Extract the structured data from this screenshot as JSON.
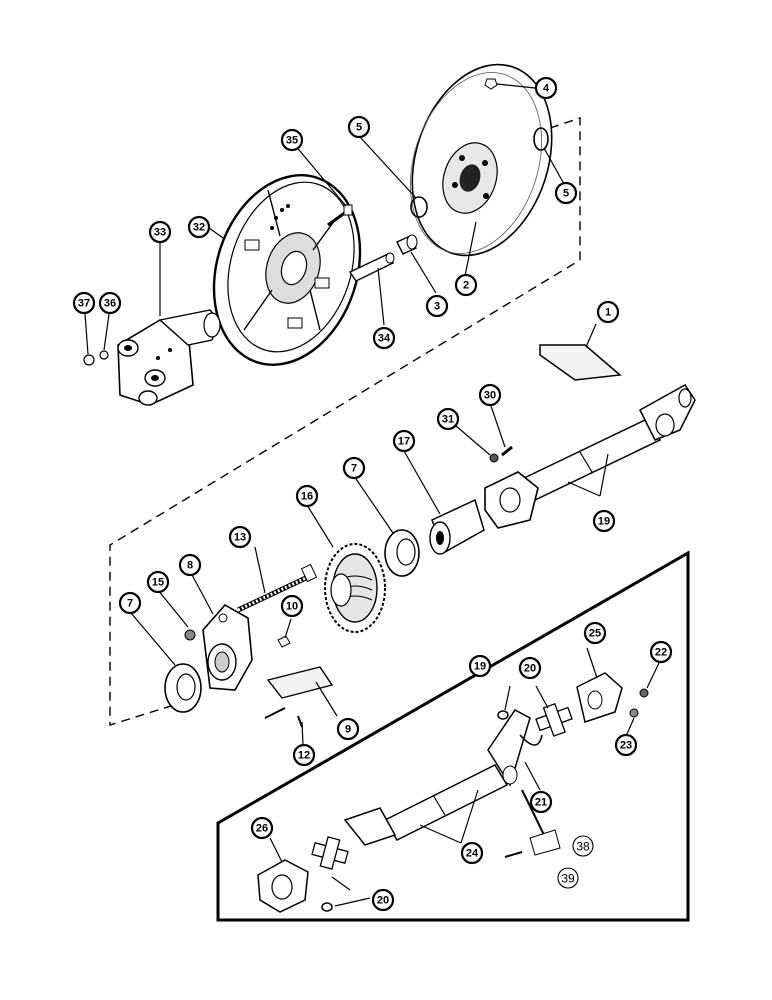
{
  "callouts": [
    {
      "id": "c4",
      "label": "4"
    },
    {
      "id": "c5a",
      "label": "5"
    },
    {
      "id": "c5b",
      "label": "5"
    },
    {
      "id": "c35",
      "label": "35"
    },
    {
      "id": "c32",
      "label": "32"
    },
    {
      "id": "c33",
      "label": "33"
    },
    {
      "id": "c37",
      "label": "37"
    },
    {
      "id": "c36",
      "label": "36"
    },
    {
      "id": "c2",
      "label": "2"
    },
    {
      "id": "c3",
      "label": "3"
    },
    {
      "id": "c34",
      "label": "34"
    },
    {
      "id": "c1",
      "label": "1"
    },
    {
      "id": "c30",
      "label": "30"
    },
    {
      "id": "c31",
      "label": "31"
    },
    {
      "id": "c17",
      "label": "17"
    },
    {
      "id": "c7a",
      "label": "7"
    },
    {
      "id": "c16",
      "label": "16"
    },
    {
      "id": "c19a",
      "label": "19"
    },
    {
      "id": "c13",
      "label": "13"
    },
    {
      "id": "c8",
      "label": "8"
    },
    {
      "id": "c15",
      "label": "15"
    },
    {
      "id": "c7b",
      "label": "7"
    },
    {
      "id": "c10",
      "label": "10"
    },
    {
      "id": "c9",
      "label": "9"
    },
    {
      "id": "c12",
      "label": "12"
    },
    {
      "id": "c19b",
      "label": "19"
    },
    {
      "id": "c20a",
      "label": "20"
    },
    {
      "id": "c25",
      "label": "25"
    },
    {
      "id": "c22",
      "label": "22"
    },
    {
      "id": "c23",
      "label": "23"
    },
    {
      "id": "c21",
      "label": "21"
    },
    {
      "id": "c24",
      "label": "24"
    },
    {
      "id": "c26",
      "label": "26"
    },
    {
      "id": "c20b",
      "label": "20"
    },
    {
      "id": "c38",
      "label": "38"
    },
    {
      "id": "c39",
      "label": "39"
    }
  ]
}
